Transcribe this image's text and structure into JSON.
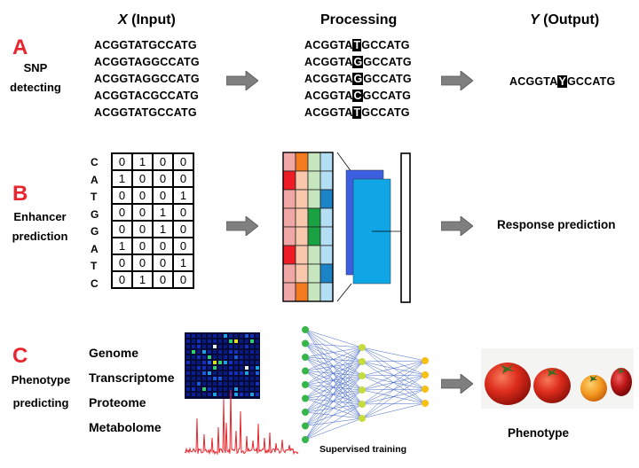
{
  "headers": {
    "x_var": "X",
    "x_rest": " (Input)",
    "processing": "Processing",
    "y_var": "Y",
    "y_rest": " (Output)"
  },
  "rows": {
    "a": {
      "letter": "A",
      "label_line1": "SNP",
      "label_line2": "detecting"
    },
    "b": {
      "letter": "B",
      "label_line1": "Enhancer",
      "label_line2": "prediction"
    },
    "c": {
      "letter": "C",
      "label_line1": "Phenotype",
      "label_line2": "predicting"
    }
  },
  "snp": {
    "inputs": [
      "ACGGTATGCCATG",
      "ACGGTAGGCCATG",
      "ACGGTAGGCCATG",
      "ACGGTACGCCATG",
      "ACGGTATGCCATG"
    ],
    "processing": [
      {
        "pre": "ACGGTA",
        "hl": "T",
        "post": "GCCATG"
      },
      {
        "pre": "ACGGTA",
        "hl": "G",
        "post": "GCCATG"
      },
      {
        "pre": "ACGGTA",
        "hl": "G",
        "post": "GCCATG"
      },
      {
        "pre": "ACGGTA",
        "hl": "C",
        "post": "GCCATG"
      },
      {
        "pre": "ACGGTA",
        "hl": "T",
        "post": "GCCATG"
      }
    ],
    "output": {
      "pre": "ACGGTA",
      "hl": "Y",
      "post": "GCCATG"
    }
  },
  "enhancer": {
    "bases": [
      "C",
      "A",
      "T",
      "G",
      "G",
      "A",
      "T",
      "C"
    ],
    "matrix": [
      [
        "0",
        "1",
        "0",
        "0"
      ],
      [
        "1",
        "0",
        "0",
        "0"
      ],
      [
        "0",
        "0",
        "0",
        "1"
      ],
      [
        "0",
        "0",
        "1",
        "0"
      ],
      [
        "0",
        "0",
        "1",
        "0"
      ],
      [
        "1",
        "0",
        "0",
        "0"
      ],
      [
        "0",
        "0",
        "0",
        "1"
      ],
      [
        "0",
        "1",
        "0",
        "0"
      ]
    ],
    "output_label": "Response prediction",
    "colors": {
      "red_light": "#f2a7a7",
      "red": "#ee1c24",
      "peach": "#f8c7ac",
      "orange": "#f47a20",
      "green_light": "#c6e6bf",
      "green": "#1aa142",
      "blue_light": "#b4def4",
      "blue": "#1b83c6",
      "map_front": "#10a6e6",
      "map_back": "#3c5ee0"
    }
  },
  "phenotype": {
    "omics": [
      "Genome",
      "Transcriptome",
      "Proteome",
      "Metabolome"
    ],
    "training_label": "Supervised training",
    "output_label": "Phenotype",
    "colors": {
      "input_node": "#38b549",
      "hidden_node": "#c6dc3c",
      "output_node": "#f9c012",
      "edge": "#4066c8",
      "spectrum": "#e8262d"
    }
  }
}
